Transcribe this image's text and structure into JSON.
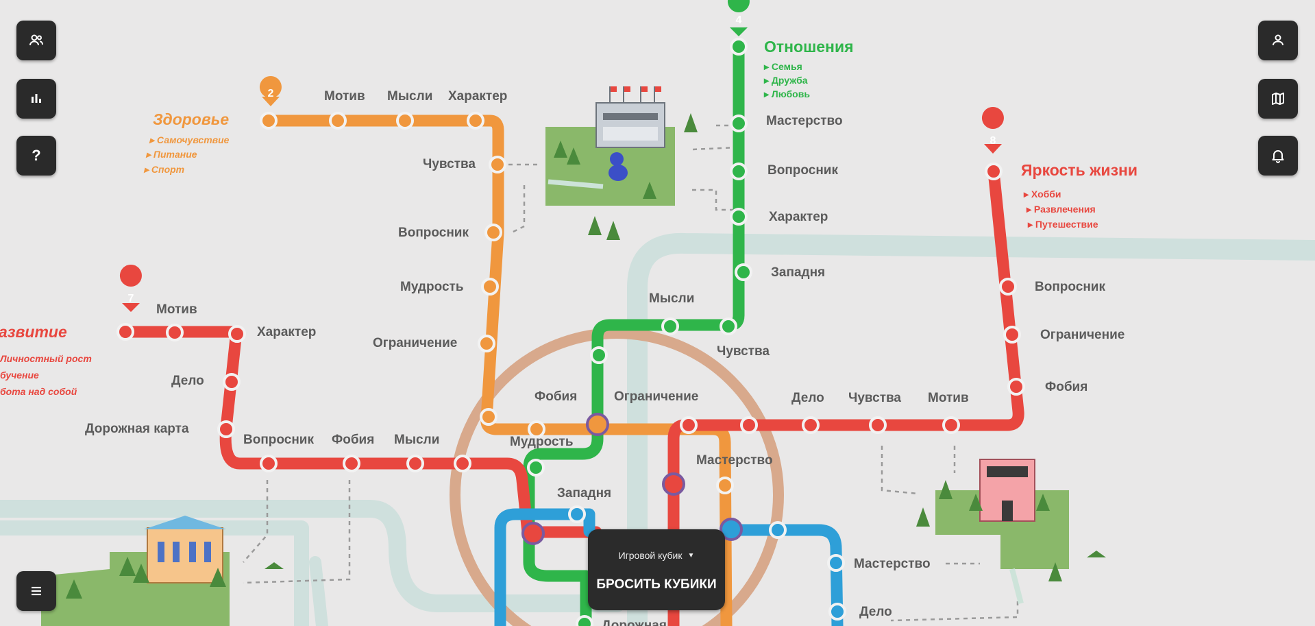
{
  "lines": {
    "health": {
      "number": "2",
      "title": "Здоровье",
      "items": [
        "▸ Самочувствие",
        "▸ Питание",
        "▸ Спорт"
      ],
      "color": "#f0973e",
      "stations": [
        "Мотив",
        "Мысли",
        "Характер",
        "Чувства",
        "Вопросник",
        "Мудрость",
        "Ограничение",
        "Фобия"
      ]
    },
    "relations": {
      "number": "4",
      "title": "Отношения",
      "items": [
        "▸ Семья",
        "▸ Дружба",
        "▸ Любовь"
      ],
      "color": "#2fb54a",
      "stations": [
        "Мастерство",
        "Вопросник",
        "Характер",
        "Западня",
        "Мысли",
        "Чувства",
        "Ограничение",
        "Мудрость",
        "Западня"
      ]
    },
    "brightness": {
      "number": "8",
      "title": "Яркость жизни",
      "items": [
        "▸ Хобби",
        "▸ Развлечения",
        "▸ Путешествие"
      ],
      "color": "#e8473f",
      "stations": [
        "Вопросник",
        "Ограничение",
        "Фобия",
        "Дело",
        "Чувства",
        "Мотив",
        "Мастерство"
      ]
    },
    "development": {
      "number": "7",
      "title": "азвитие",
      "items": [
        "Личностный рост",
        "бучение",
        "бота над собой"
      ],
      "color": "#e8473f",
      "stations": [
        "Мотив",
        "Характер",
        "Дело",
        "Дорожная карта",
        "Вопросник",
        "Фобия",
        "Мысли"
      ]
    },
    "blue": {
      "color": "#2e9fd8",
      "stations": [
        "Мастерство",
        "Дело",
        "Дорожная"
      ]
    }
  },
  "left_toolbar": {
    "players_icon": "players-icon",
    "stats_icon": "stats-icon",
    "help_label": "?",
    "menu_icon": "menu-icon"
  },
  "right_toolbar": {
    "profile_icon": "profile-icon",
    "map_icon": "map-icon",
    "notifications_icon": "bell-icon"
  },
  "dice": {
    "select_label": "Игровой кубик",
    "roll_label": "БРОСИТЬ КУБИКИ"
  }
}
